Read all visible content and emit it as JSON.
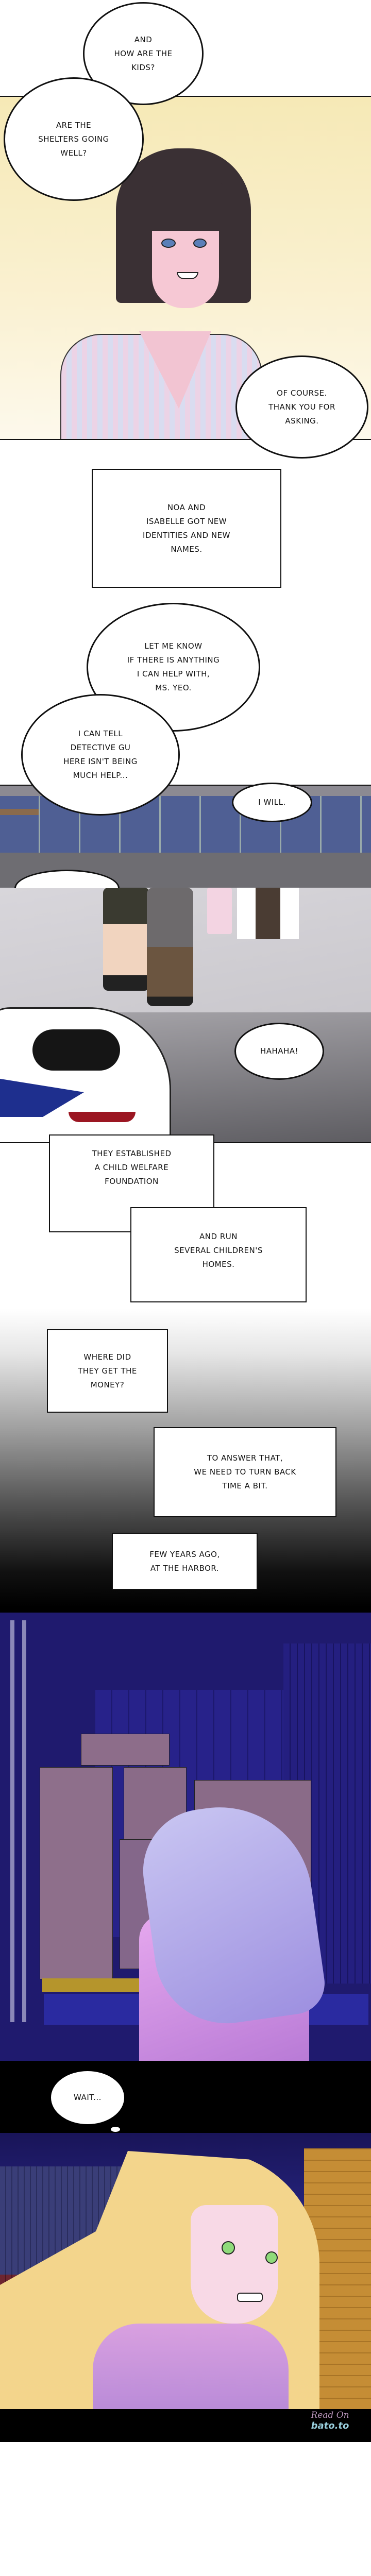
{
  "panels": {
    "p1": {
      "bubbles": [
        {
          "text": "AND\nHOW ARE THE\nKIDS?"
        },
        {
          "text": "ARE THE\nSHELTERS GOING\nWELL?"
        },
        {
          "text": "OF COURSE.\nTHANK YOU FOR\nASKING."
        }
      ]
    },
    "caption1": "NOA AND\nISABELLE GOT NEW\nIDENTITIES AND NEW\nNAMES.",
    "p2": {
      "bubbles": [
        {
          "text": "LET ME KNOW\nIF THERE IS ANYTHING\nI CAN HELP WITH,\nMS. YEO."
        },
        {
          "text": "I CAN TELL\nDETECTIVE GU\nHERE ISN'T BEING\nMUCH HELP..."
        },
        {
          "text": "I WILL."
        },
        {
          "text": "HAHAHA!"
        }
      ]
    },
    "captions2": [
      "THEY ESTABLISHED\nA CHILD WELFARE\nFOUNDATION",
      "AND RUN\nSEVERAL CHILDREN'S\nHOMES."
    ],
    "captions3": [
      "WHERE DID\nTHEY GET THE\nMONEY?",
      "TO ANSWER THAT,\nWE NEED TO TURN BACK\nTIME A BIT.",
      "FEW YEARS AGO,\nAT THE HARBOR."
    ],
    "p4": {
      "bubbles": [
        {
          "text": "WAIT..."
        }
      ]
    }
  },
  "watermark": {
    "line1": "Read On",
    "line2": "bato.to"
  },
  "colors": {
    "panel1_bg": "#f6ebbe",
    "container_bg": "#1f1a6e",
    "night_sky": "#14124a",
    "hair_blonde": "#f3d58c",
    "shirt_pink": "#d9a0e0"
  }
}
